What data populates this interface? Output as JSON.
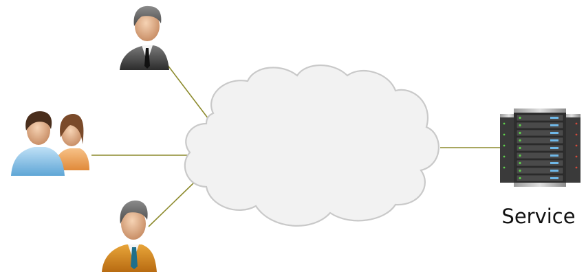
{
  "diagram": {
    "server_label": "Service",
    "connector_color": "#8c8a2c",
    "cloud_fill": "#f2f2f2",
    "cloud_stroke": "#c9c9c9",
    "nodes": [
      {
        "id": "user-businessman-top",
        "icon": "businessman-dark-suit-icon"
      },
      {
        "id": "user-couple",
        "icon": "man-woman-couple-icon"
      },
      {
        "id": "user-businessman-bottom",
        "icon": "businessman-orange-suit-icon"
      },
      {
        "id": "network-cloud",
        "icon": "cloud-icon"
      },
      {
        "id": "server",
        "icon": "server-rack-icon"
      }
    ]
  }
}
